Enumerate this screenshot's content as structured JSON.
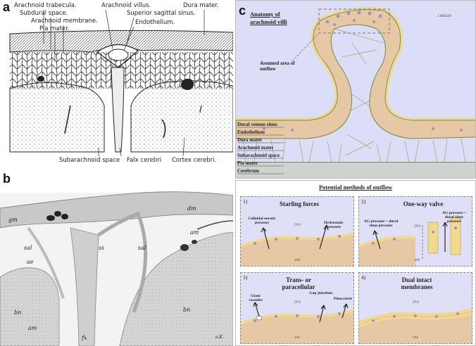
{
  "panel_a": {
    "letter": "a",
    "labels": {
      "arachnoid_trabecula": "Arachnoid trabecula.",
      "subdural_space": "Subdural space.",
      "arachnoid_membrane": "Arachnoid membrane.",
      "pia_mater": "Pia mater.",
      "arachnoid_villus": "Arachnoid villus.",
      "superior_sagittal_sinus": "Superior sagittal sinus.",
      "endothelium": "Endothelium.",
      "dura_mater": "Dura mater.",
      "subarachnoid_space": "Subarachnoid space",
      "falx_cerebri": "Falx cerebri",
      "cortex_cerebri": "Cortex cerebri."
    }
  },
  "panel_b": {
    "letter": "b",
    "labels": {
      "dm": "dm",
      "gm": "gm",
      "am_top": "am",
      "sal_left": "sal",
      "ss": "ss",
      "sal_right": "sal",
      "ae": "ae",
      "bn_left": "bn",
      "bn_right": "bn",
      "am_bottom": "am",
      "fx": "fx",
      "signature": "a.K."
    }
  },
  "panel_c": {
    "letter": "c",
    "title_line1": "Anatomy of",
    "title_line2": "arachnoid villi",
    "signature": "J.BMEAN",
    "assumed_area_line1": "Assumed area of",
    "assumed_area_line2": "outflow",
    "layers": [
      "Dural venous sinus",
      "Endothelium",
      "Dura mater",
      "Arachnoid mater",
      "Subarachnoid space",
      "Pia mater",
      "Cerebrum"
    ]
  },
  "panel_d": {
    "title": "Potential methods of outflow",
    "methods": [
      {
        "num": "1)",
        "title": "Starling forces",
        "notes": [
          "Colloidal oncotic pressure",
          "Hydrostatic pressure"
        ],
        "dvs": "DVS",
        "sas": "SAS"
      },
      {
        "num": "2)",
        "title": "One-way valve",
        "notes": [
          "AG pressure < dural sinus pressure",
          "AG pressure > dural sinus pressure"
        ],
        "dvs": "DVS",
        "sas": "SAS"
      },
      {
        "num": "3)",
        "title": "Trans- or paracellular",
        "notes": [
          "Giant vacuoles",
          "Gap junctions",
          "Pinocytosis"
        ],
        "dvs": "DVS",
        "sas": "SAS"
      },
      {
        "num": "4)",
        "title": "Dual intact membranes",
        "notes": [],
        "dvs": "DVS",
        "sas": "SAS"
      }
    ]
  },
  "colors": {
    "sinus_bg": "#dcddf6",
    "dura": "#e6c8a4",
    "endothelium": "#f2d98c",
    "cell_nucleus": "#a58ec7",
    "trabecula": "#9dab62",
    "cerebrum": "#cfd3cf"
  }
}
